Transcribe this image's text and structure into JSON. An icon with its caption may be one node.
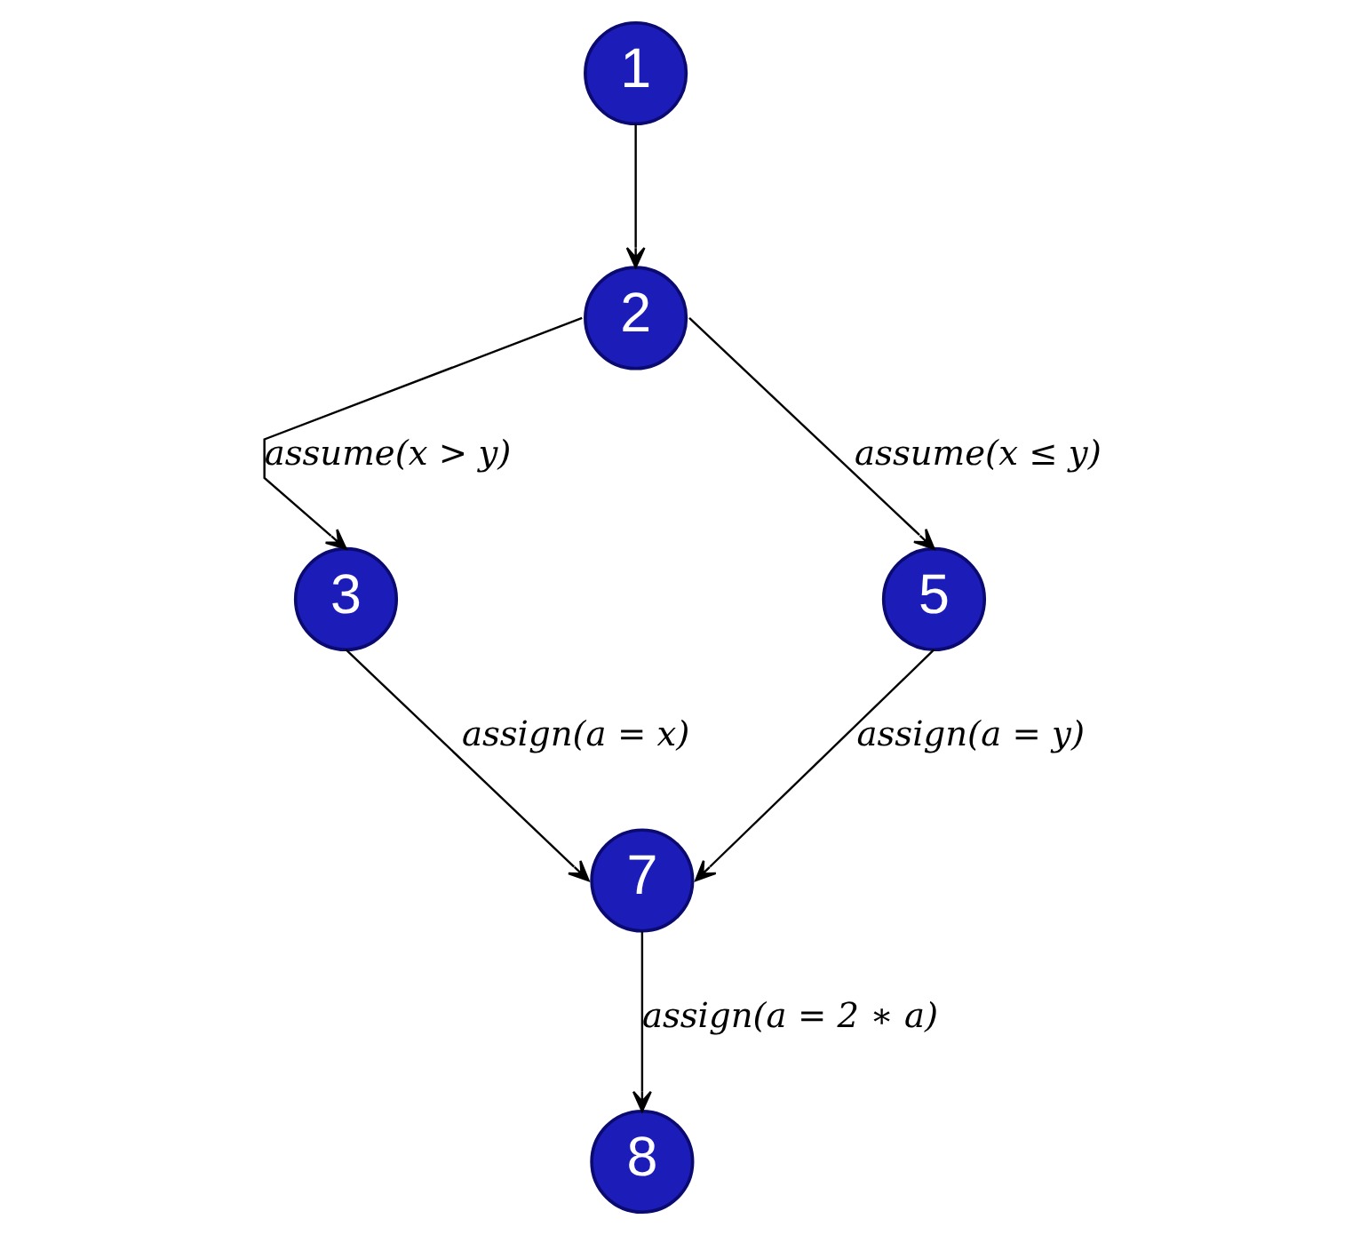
{
  "diagram": {
    "nodes": [
      {
        "text": [
          "1"
        ]
      },
      {
        "text": [
          "2"
        ]
      },
      {
        "text": [
          "3"
        ]
      },
      {
        "text": [
          "5"
        ]
      },
      {
        "text": [
          "7"
        ]
      },
      {
        "text": [
          "8"
        ]
      }
    ],
    "edges": [
      {
        "from": 0,
        "to": 1,
        "arrow": "to"
      },
      {
        "from": 1,
        "to": 2,
        "arrow": "to",
        "label": "assume(x > y)"
      },
      {
        "from": 1,
        "to": 3,
        "arrow": "to",
        "label": "assume(x ≤ y)"
      },
      {
        "from": 2,
        "to": 4,
        "arrow": "to",
        "label": "assign(a = x)"
      },
      {
        "from": 3,
        "to": 4,
        "arrow": "to",
        "label": "assign(a = y)"
      },
      {
        "from": 4,
        "to": 5,
        "arrow": "to",
        "label": "assign(a = 2 ∗ a)"
      }
    ]
  }
}
